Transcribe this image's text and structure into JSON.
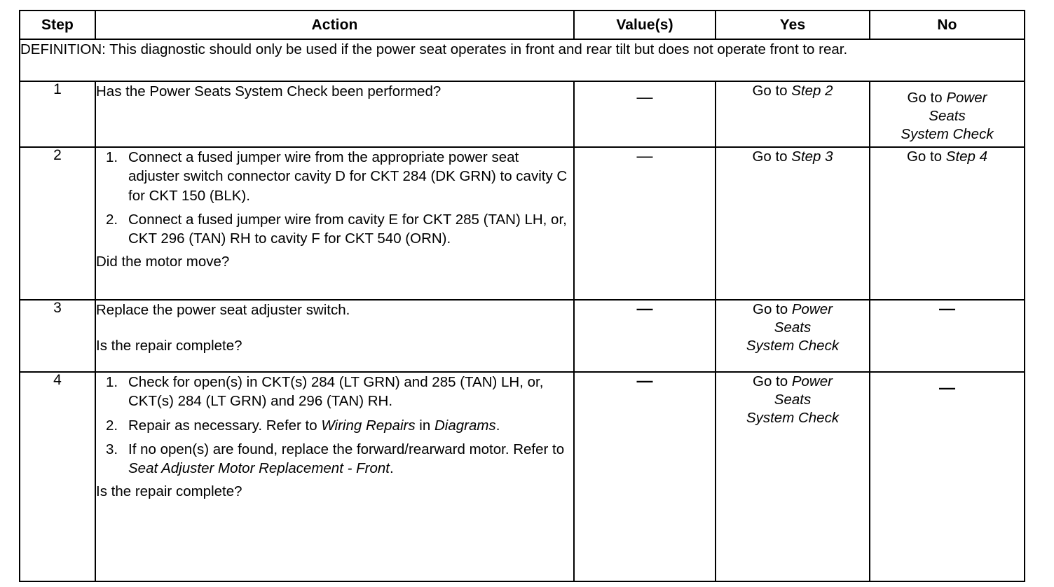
{
  "table": {
    "headers": {
      "step": "Step",
      "action": "Action",
      "value": "Value(s)",
      "yes": "Yes",
      "no": "No"
    },
    "definition": "DEFINITION: This diagnostic should only be used if the power seat operates in front and rear tilt but does not operate front to rear.",
    "dash": "—",
    "rows": [
      {
        "step": "1",
        "action_plain": "Has the Power Seats System Check been performed?",
        "value": "—",
        "yes_prefix": "Go to ",
        "yes_italic": "Step 2",
        "no_prefix": "Go to ",
        "no_italic_lines": [
          "Power",
          "Seats",
          "System Check"
        ]
      },
      {
        "step": "2",
        "items": [
          {
            "marker": "1.",
            "text": "Connect a fused jumper wire from the appropriate power seat adjuster switch connector cavity D for CKT 284 (DK GRN) to cavity C for CKT 150 (BLK)."
          },
          {
            "marker": "2.",
            "text": "Connect a fused jumper wire from cavity E for CKT 285 (TAN) LH, or, CKT 296 (TAN) RH to cavity F for CKT 540 (ORN)."
          }
        ],
        "tail": "Did the motor move?",
        "value": "—",
        "yes_prefix": "Go to ",
        "yes_italic": "Step 3",
        "no_prefix": "Go to ",
        "no_italic": "Step 4"
      },
      {
        "step": "3",
        "action_plain": "Replace the power seat adjuster switch.",
        "tail": "Is the repair complete?",
        "value": "—",
        "yes_prefix": "Go to ",
        "yes_italic_lines": [
          "Power",
          "Seats",
          "System Check"
        ],
        "no": "—"
      },
      {
        "step": "4",
        "items": [
          {
            "marker": "1.",
            "text": "Check for open(s) in CKT(s) 284 (LT GRN) and 285 (TAN) LH, or, CKT(s) 284 (LT GRN) and 296 (TAN) RH."
          },
          {
            "marker": "2.",
            "text_before": "Repair as necessary. Refer to ",
            "text_italic": "Wiring Repairs",
            "text_middle": " in ",
            "text_italic2": "Diagrams",
            "text_after": "."
          },
          {
            "marker": "3.",
            "text_before": "If no open(s) are found, replace the forward/rearward motor. Refer to ",
            "text_italic": "Seat Adjuster Motor Replacement - Front",
            "text_after": "."
          }
        ],
        "tail": "Is the repair complete?",
        "value": "—",
        "yes_prefix": "Go to ",
        "yes_italic_lines": [
          "Power",
          "Seats",
          "System Check"
        ],
        "no": "—"
      }
    ]
  }
}
